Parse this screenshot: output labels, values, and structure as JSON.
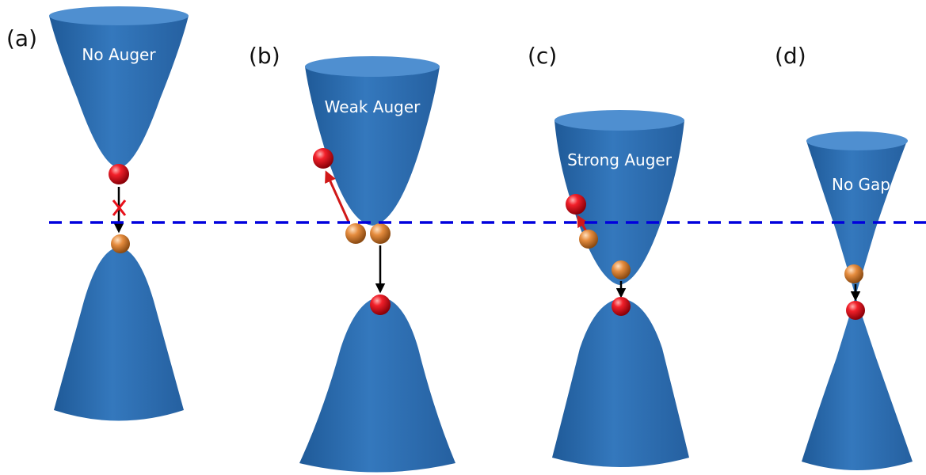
{
  "colors": {
    "cone": "#2E6FB2",
    "cone_top": "#4F8FD0",
    "fermi_line": "#0000DD",
    "electron": "#E8101A",
    "hole": "#E0883A",
    "cross": "#E8101A",
    "transition_arrow": "#000000",
    "auger_arrow": "#D01818"
  },
  "fermi_line": {
    "style": "dashed"
  },
  "panels": [
    {
      "id": "a",
      "label": "(a)",
      "title": "No Auger",
      "case": "no-auger",
      "blocked_transition": true
    },
    {
      "id": "b",
      "label": "(b)",
      "title": "Weak Auger",
      "case": "weak-auger"
    },
    {
      "id": "c",
      "label": "(c)",
      "title": "Strong Auger",
      "case": "strong-auger"
    },
    {
      "id": "d",
      "label": "(d)",
      "title": "No Gap",
      "case": "no-gap"
    }
  ]
}
